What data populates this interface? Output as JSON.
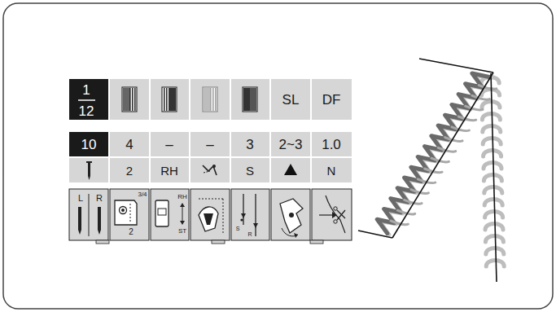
{
  "diagram": {
    "labels": [
      "1",
      "12",
      "SL",
      "DF",
      "10",
      "4",
      "–",
      "–",
      "3",
      "2~3",
      "1.0",
      "2",
      "RH",
      "S",
      "N",
      "L",
      "R",
      "3/4",
      "2",
      "RH",
      "ST",
      "S",
      "R"
    ]
  }
}
